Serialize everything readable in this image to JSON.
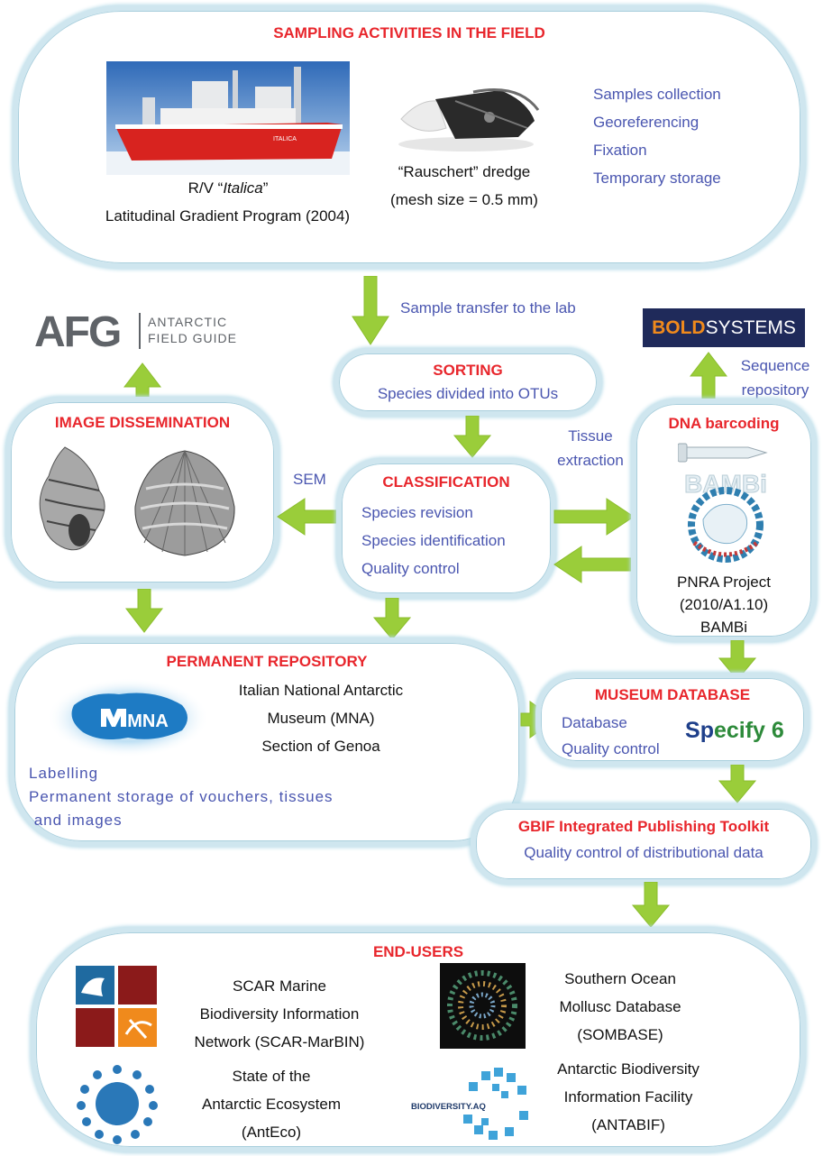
{
  "sampling": {
    "title": "SAMPLING ACTIVITIES IN THE FIELD",
    "ship_caption_1_pre": "R/V “",
    "ship_caption_1_italic": "Italica",
    "ship_caption_1_post": "”",
    "ship_caption_2": "Latitudinal Gradient Program (2004)",
    "ship_name_on_hull": "ITALICA",
    "dredge_caption_1": "“Rauschert” dredge",
    "dredge_caption_2": "(mesh size = 0.5 mm)",
    "activities": [
      "Samples collection",
      "Georeferencing",
      "Fixation",
      "Temporary storage"
    ]
  },
  "transfer_label": "Sample transfer to the lab",
  "afg": {
    "letters": "AFG",
    "line1": "ANTARCTIC",
    "line2": "FIELD GUIDE"
  },
  "bold": {
    "part1": "BOLD",
    "part2": "SYSTEMS"
  },
  "sequence_repo": [
    "Sequence",
    "repository"
  ],
  "sorting": {
    "title": "SORTING",
    "text": "Species divided into OTUs"
  },
  "image_dissemination": {
    "title": "IMAGE DISSEMINATION"
  },
  "sem_label": "SEM",
  "classification": {
    "title": "CLASSIFICATION",
    "items": [
      "Species revision",
      "Species identification",
      "Quality control"
    ]
  },
  "tissue_label": [
    "Tissue",
    "extraction"
  ],
  "dna": {
    "title": "DNA barcoding",
    "logo_text": "BAMBi",
    "project": [
      "PNRA Project",
      "(2010/A1.10)",
      "BAMBi"
    ]
  },
  "permanent": {
    "title": "PERMANENT REPOSITORY",
    "mna_logo": "MNA",
    "museum": [
      "Italian National Antarctic",
      "Museum (MNA)",
      "Section of Genoa"
    ],
    "items": [
      "Labelling",
      "Permanent storage of vouchers, tissues",
      " and images"
    ]
  },
  "museum_db": {
    "title": "MUSEUM DATABASE",
    "items": [
      "Database",
      "Quality control"
    ],
    "specify_s": "S",
    "specify_p": "p",
    "specify_rest": "ecify 6"
  },
  "gbif": {
    "title": "GBIF Integrated Publishing Toolkit",
    "text": "Quality control of distributional data"
  },
  "end_users": {
    "title": "END-USERS",
    "scar": [
      "SCAR Marine",
      "Biodiversity Information",
      "Network (SCAR-MarBIN)"
    ],
    "sombase": [
      "Southern Ocean",
      "Mollusc Database",
      "(SOMBASE)"
    ],
    "anteco": [
      "State of the",
      "Antarctic Ecosystem",
      "(AntEco)"
    ],
    "antabif": [
      "Antarctic Biodiversity",
      "Information Facility",
      "(ANTABIF)"
    ],
    "biodiv_logo": "BIODIVERSITY.AQ"
  },
  "colors": {
    "title_red": "#e8262c",
    "text_blue": "#4a56b0",
    "arrow_green": "#9acd3a",
    "box_border": "#cfe6ef"
  }
}
